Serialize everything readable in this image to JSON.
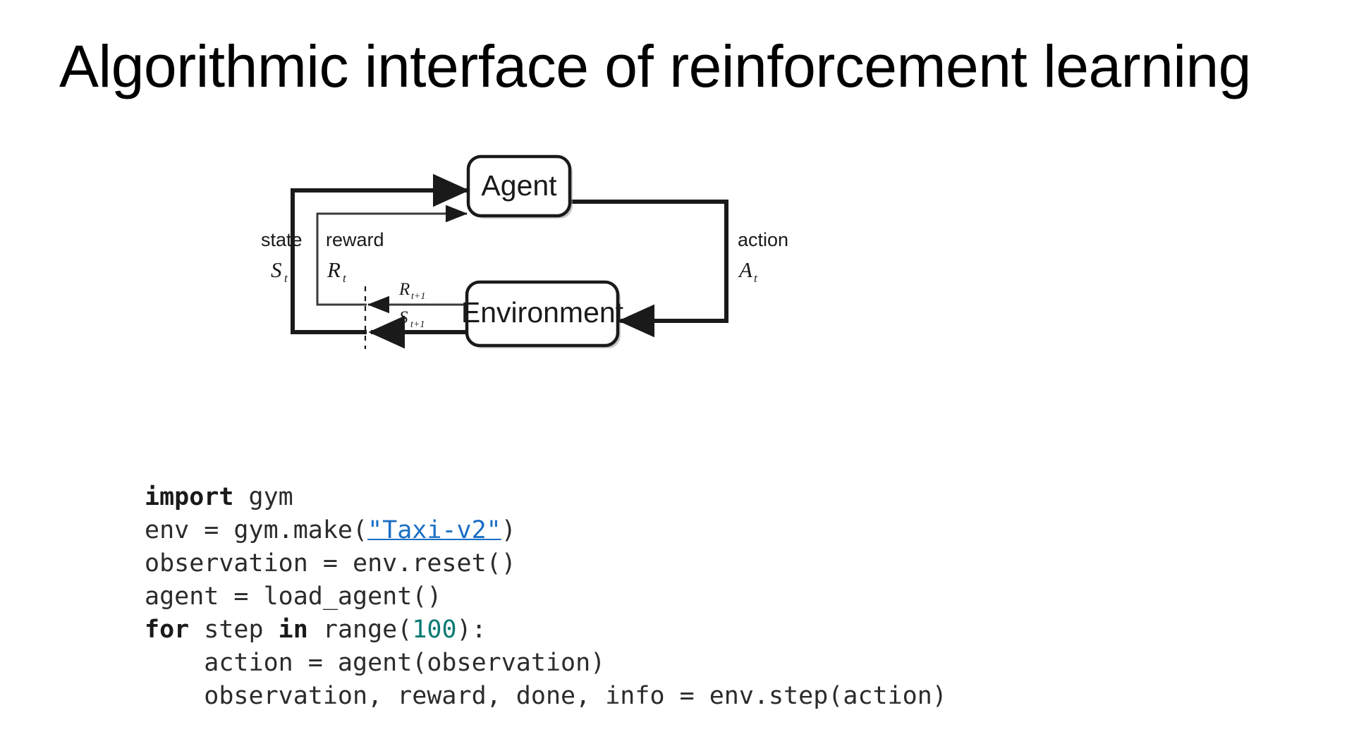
{
  "slide": {
    "title": "Algorithmic interface of reinforcement learning",
    "background_color": "#ffffff",
    "text_color": "#000000"
  },
  "diagram": {
    "name": "agent-environment-interaction-loop",
    "nodes": [
      {
        "id": "agent",
        "label": "Agent"
      },
      {
        "id": "environment",
        "label": "Environment"
      }
    ],
    "signals": [
      {
        "id": "state",
        "word": "state",
        "symbol": "S",
        "subscript": "t"
      },
      {
        "id": "reward",
        "word": "reward",
        "symbol": "R",
        "subscript": "t"
      },
      {
        "id": "action",
        "word": "action",
        "symbol": "A",
        "subscript": "t"
      }
    ],
    "next_step_labels": [
      {
        "id": "reward-next",
        "symbol": "R",
        "subscript": "t+1"
      },
      {
        "id": "state-next",
        "symbol": "S",
        "subscript": "t+1"
      }
    ],
    "line_color": "#1a1a1a"
  },
  "code": {
    "language": "python",
    "link_color": "#1a6fc4",
    "number_color": "#0a7a74",
    "lines": [
      {
        "id": "line-1",
        "tokens": [
          {
            "t": "import",
            "k": "kw"
          },
          {
            "t": " gym",
            "k": "plain"
          }
        ]
      },
      {
        "id": "line-2",
        "tokens": [
          {
            "t": "env = gym.make(",
            "k": "plain"
          },
          {
            "t": "\"Taxi-v2\"",
            "k": "link"
          },
          {
            "t": ")",
            "k": "plain"
          }
        ]
      },
      {
        "id": "line-3",
        "tokens": [
          {
            "t": "observation = env.reset()",
            "k": "plain"
          }
        ]
      },
      {
        "id": "line-4",
        "tokens": [
          {
            "t": "agent = load_agent()",
            "k": "plain"
          }
        ]
      },
      {
        "id": "line-5",
        "tokens": [
          {
            "t": "for",
            "k": "kw"
          },
          {
            "t": " step ",
            "k": "plain"
          },
          {
            "t": "in",
            "k": "kw"
          },
          {
            "t": " range(",
            "k": "plain"
          },
          {
            "t": "100",
            "k": "num"
          },
          {
            "t": "):",
            "k": "plain"
          }
        ]
      },
      {
        "id": "line-6",
        "tokens": [
          {
            "t": "    action = agent(observation)",
            "k": "plain"
          }
        ]
      },
      {
        "id": "line-7",
        "tokens": [
          {
            "t": "    observation, reward, done, info = env.step(action)",
            "k": "plain"
          }
        ]
      }
    ]
  }
}
